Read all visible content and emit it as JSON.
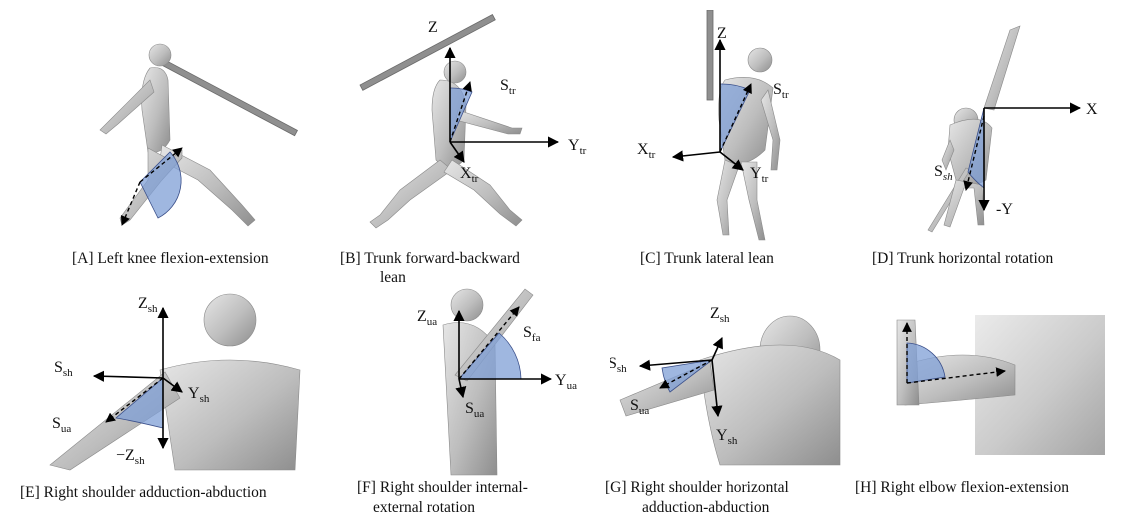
{
  "panels": [
    {
      "id": "A",
      "caption": "[A] Left knee flexion-extension",
      "labels": []
    },
    {
      "id": "B",
      "caption_line1": "[B] Trunk forward-backward",
      "caption_line2": "lean",
      "labels": [
        {
          "main": "Z",
          "sub": ""
        },
        {
          "main": "S",
          "sub": "tr"
        },
        {
          "main": "Y",
          "sub": "tr"
        },
        {
          "main": "X",
          "sub": "tr"
        }
      ]
    },
    {
      "id": "C",
      "caption": "[C] Trunk lateral lean",
      "labels": [
        {
          "main": "Z",
          "sub": ""
        },
        {
          "main": "S",
          "sub": "tr"
        },
        {
          "main": "X",
          "sub": "tr"
        },
        {
          "main": "Y",
          "sub": "tr"
        }
      ]
    },
    {
      "id": "D",
      "caption": "[D] Trunk horizontal rotation",
      "labels": [
        {
          "main": "X",
          "sub": ""
        },
        {
          "main": "S",
          "sub": "sh"
        },
        {
          "main": "-Y",
          "sub": ""
        }
      ]
    },
    {
      "id": "E",
      "caption": "[E] Right shoulder adduction-abduction",
      "labels": [
        {
          "main": "Z",
          "sub": "sh"
        },
        {
          "main": "S",
          "sub": "sh"
        },
        {
          "main": "Y",
          "sub": "sh"
        },
        {
          "main": "S",
          "sub": "ua"
        },
        {
          "main": "−Z",
          "sub": "sh"
        }
      ]
    },
    {
      "id": "F",
      "caption_line1": "[F] Right shoulder internal-",
      "caption_line2": "external rotation",
      "labels": [
        {
          "main": "Z",
          "sub": "ua"
        },
        {
          "main": "S",
          "sub": "fa"
        },
        {
          "main": "Y",
          "sub": "ua"
        },
        {
          "main": "S",
          "sub": "ua"
        }
      ]
    },
    {
      "id": "G",
      "caption_line1": "[G] Right shoulder horizontal",
      "caption_line2": "adduction-abduction",
      "labels": [
        {
          "main": "Z",
          "sub": "sh"
        },
        {
          "main": "S",
          "sub": "sh"
        },
        {
          "main": "S",
          "sub": "ua"
        },
        {
          "main": "Y",
          "sub": "sh"
        }
      ]
    },
    {
      "id": "H",
      "caption": "[H] Right elbow flexion-extension",
      "labels": []
    }
  ],
  "colors": {
    "angle_wedge": "#7f9fd6",
    "body": "#c9c9c9",
    "axis": "#000000"
  }
}
